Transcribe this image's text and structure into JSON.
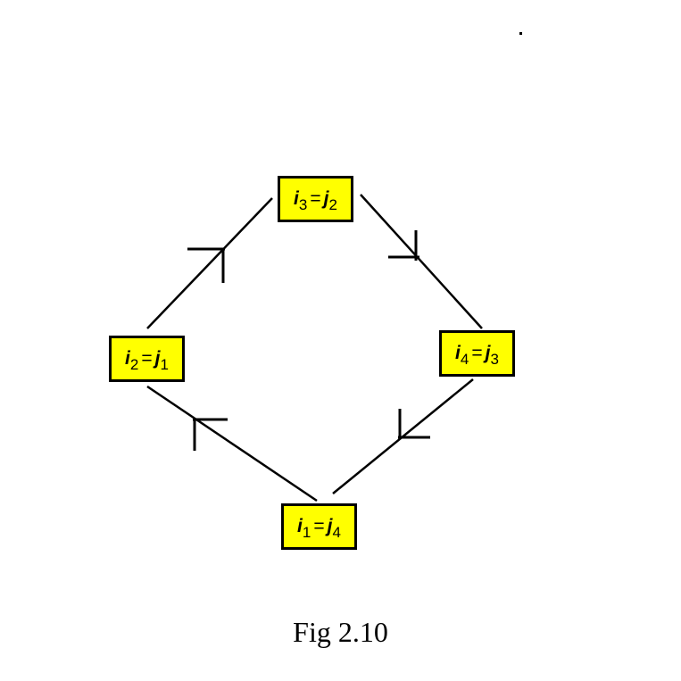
{
  "diagram": {
    "nodes": {
      "top": {
        "left_var": "i",
        "left_sub": "3",
        "eq": "=",
        "right_var": "j",
        "right_sub": "2"
      },
      "left": {
        "left_var": "i",
        "left_sub": "2",
        "eq": "=",
        "right_var": "j",
        "right_sub": "1"
      },
      "right": {
        "left_var": "i",
        "left_sub": "4",
        "eq": "=",
        "right_var": "j",
        "right_sub": "3"
      },
      "bottom": {
        "left_var": "i",
        "left_sub": "1",
        "eq": "=",
        "right_var": "j",
        "right_sub": "4"
      }
    },
    "edges": [
      {
        "from": "left",
        "to": "top"
      },
      {
        "from": "top",
        "to": "right"
      },
      {
        "from": "right",
        "to": "bottom"
      },
      {
        "from": "bottom",
        "to": "left"
      }
    ],
    "node_fill": "#ffff00",
    "line_color": "#000000"
  },
  "caption": "Fig 2.10"
}
